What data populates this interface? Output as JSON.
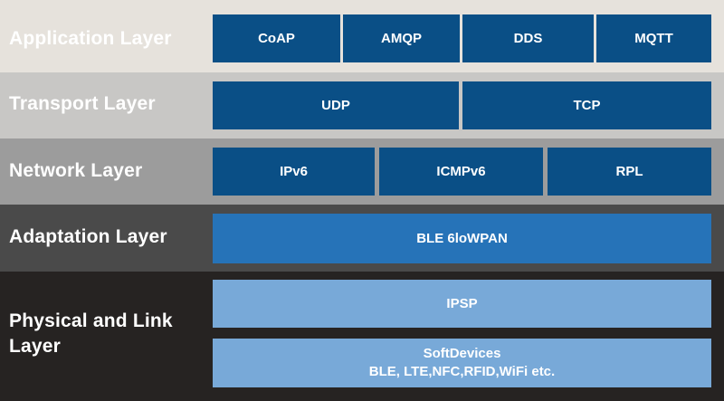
{
  "layers": {
    "application": {
      "label": "Application Layer",
      "protocols": [
        "CoAP",
        "AMQP",
        "DDS",
        "MQTT"
      ]
    },
    "transport": {
      "label": "Transport Layer",
      "protocols": [
        "UDP",
        "TCP"
      ]
    },
    "network": {
      "label": "Network Layer",
      "protocols": [
        "IPv6",
        "ICMPv6",
        "RPL"
      ]
    },
    "adaptation": {
      "label": "Adaptation Layer",
      "protocols": [
        "BLE 6loWPAN"
      ]
    },
    "physical": {
      "label_line1": "Physical and Link",
      "label_line2": "Layer",
      "protocols": [
        "IPSP"
      ],
      "softdevices": {
        "line1": "SoftDevices",
        "line2": "BLE, LTE,NFC,RFID,WiFi etc."
      }
    }
  },
  "colors": {
    "application_band": "#e6e2dc",
    "transport_band": "#c8c7c5",
    "network_band": "#9c9c9c",
    "adaptation_band": "#4a4a4a",
    "physical_band": "#262322",
    "box_dark": "#0a4f86",
    "box_mid": "#2673b8",
    "box_light": "#78a9d8"
  }
}
